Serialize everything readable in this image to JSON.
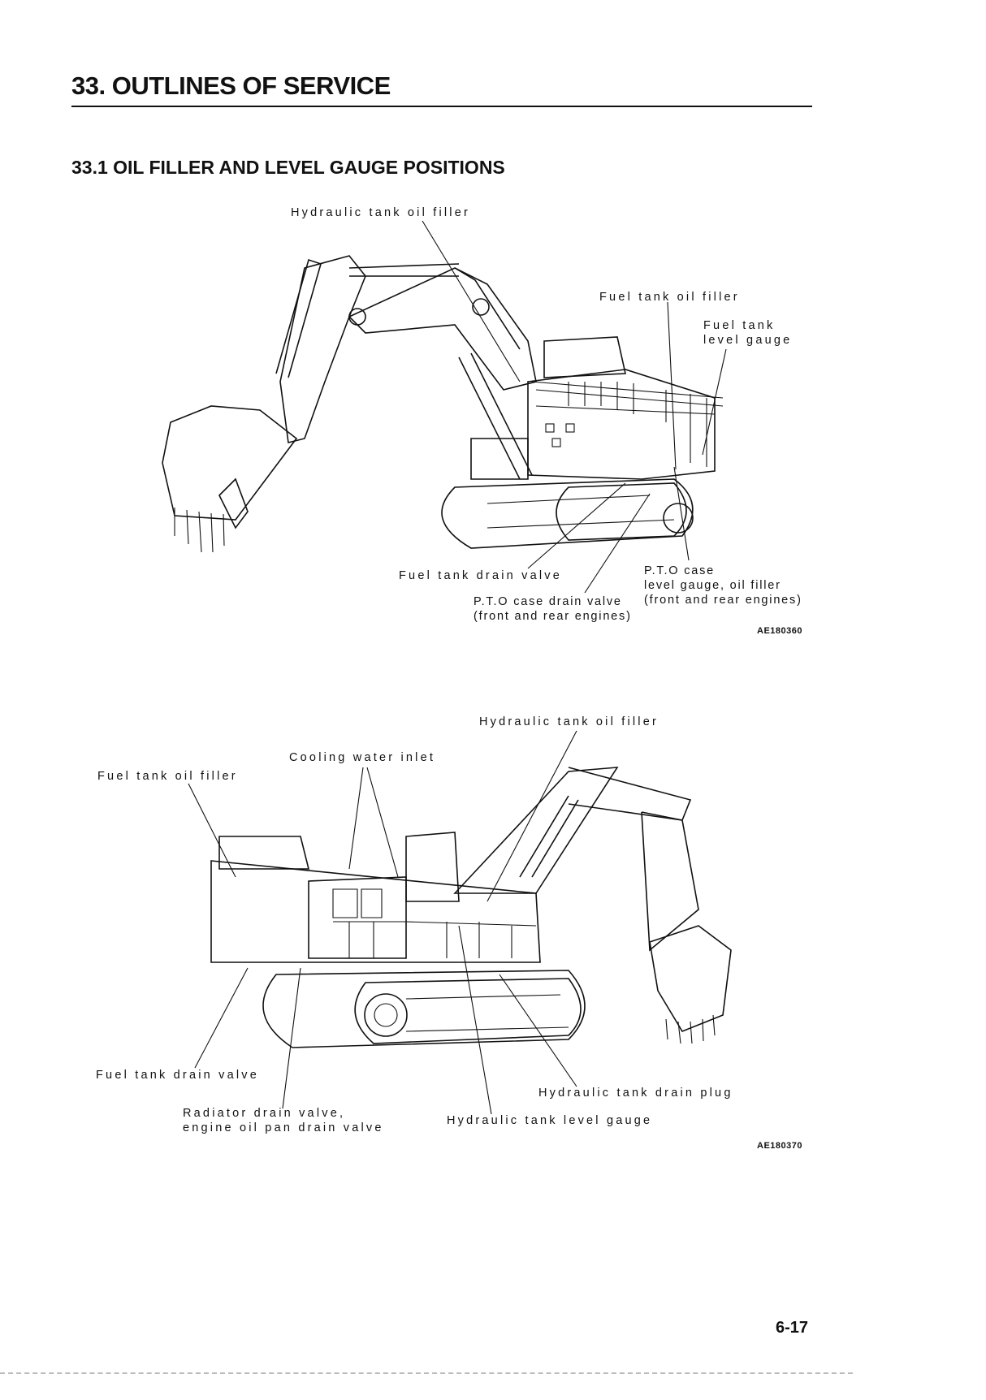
{
  "header": {
    "title": "33. OUTLINES OF SERVICE",
    "subtitle": "33.1 OIL FILLER AND LEVEL GAUGE POSITIONS"
  },
  "figure1": {
    "labels": {
      "hydraulic_tank_oil_filler": "Hydraulic tank oil filler",
      "fuel_tank_oil_filler": "Fuel tank oil filler",
      "fuel_tank_level_gauge_1": "Fuel tank",
      "fuel_tank_level_gauge_2": "level gauge",
      "fuel_tank_drain_valve": "Fuel tank drain valve",
      "pto_case_drain_valve_1": "P.T.O case drain valve",
      "pto_case_drain_valve_2": "(front and rear engines)",
      "pto_case_level_1": "P.T.O case",
      "pto_case_level_2": "level gauge, oil filler",
      "pto_case_level_3": "(front and rear engines)"
    },
    "code": "AE180360"
  },
  "figure2": {
    "labels": {
      "hydraulic_tank_oil_filler": "Hydraulic tank oil filler",
      "cooling_water_inlet": "Cooling water inlet",
      "fuel_tank_oil_filler": "Fuel tank oil filler",
      "fuel_tank_drain_valve": "Fuel tank drain valve",
      "hydraulic_tank_drain_plug": "Hydraulic tank drain plug",
      "radiator_drain_1": "Radiator drain valve,",
      "radiator_drain_2": "engine oil pan drain valve",
      "hydraulic_tank_level_gauge": "Hydraulic tank level gauge"
    },
    "code": "AE180370"
  },
  "footer": {
    "page_number": "6-17"
  }
}
